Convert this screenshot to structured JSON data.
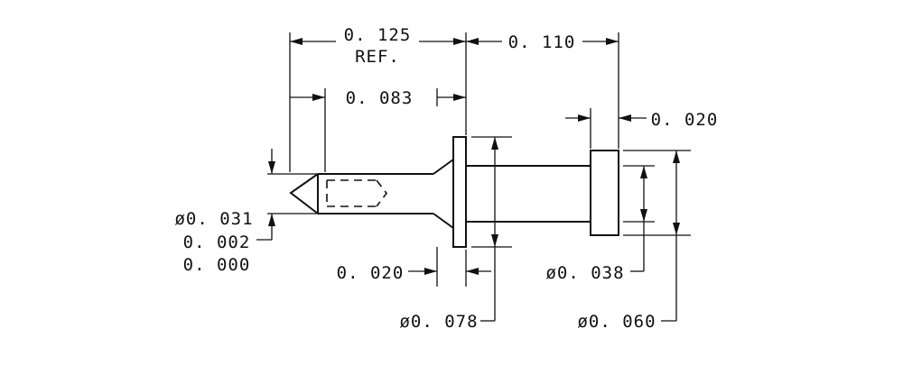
{
  "dimensions": {
    "overall_ref_value": "0. 125",
    "overall_ref_note": "REF.",
    "shank_length": "0. 110",
    "tip_length": "0. 083",
    "collar_width": "0. 020",
    "flange_thickness": "0. 020",
    "tip_diameter": "ø0. 031",
    "tip_tol_plus": "0. 002",
    "tip_tol_minus": "0. 000",
    "shank_diameter": "ø0. 038",
    "flange_diameter": "ø0. 078",
    "collar_diameter": "ø0. 060"
  }
}
